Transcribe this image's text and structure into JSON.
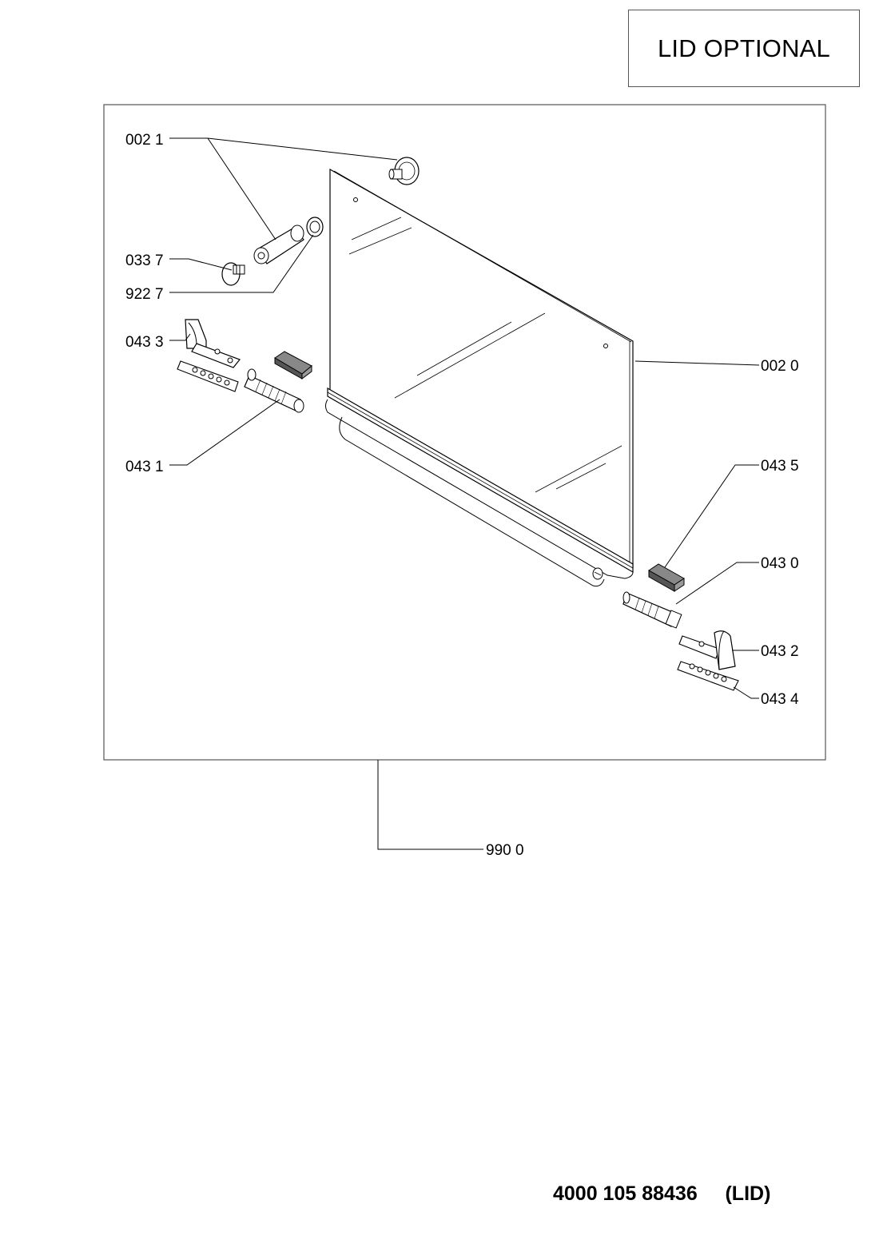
{
  "header": {
    "title": "LID OPTIONAL"
  },
  "callouts": [
    {
      "id": "p0021",
      "label": "002 1"
    },
    {
      "id": "p0337",
      "label": "033 7"
    },
    {
      "id": "p9227",
      "label": "922 7"
    },
    {
      "id": "p0433",
      "label": "043 3"
    },
    {
      "id": "p0431",
      "label": "043 1"
    },
    {
      "id": "p0020",
      "label": "002 0"
    },
    {
      "id": "p0435",
      "label": "043 5"
    },
    {
      "id": "p0430",
      "label": "043 0"
    },
    {
      "id": "p0432",
      "label": "043 2"
    },
    {
      "id": "p0434",
      "label": "043 4"
    },
    {
      "id": "p9900",
      "label": "990 0"
    }
  ],
  "footer": {
    "part_number": "4000 105 88436",
    "variant": "(LID)"
  }
}
